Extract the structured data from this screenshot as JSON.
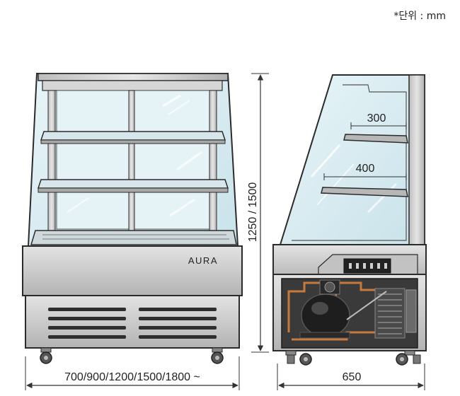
{
  "unit_note": "*단위 : mm",
  "front_view": {
    "brand": "AURA",
    "width_label": "700/900/1200/1500/1800 ~",
    "height_label": "1250 / 1500"
  },
  "side_view": {
    "depth_label": "650",
    "shelf_labels": [
      "300",
      "400"
    ]
  },
  "colors": {
    "steel": "#c9c9c9",
    "glass": "#d9edf2",
    "outline": "#2b2b2b",
    "dark": "#262626",
    "copper": "#c77a3f"
  }
}
